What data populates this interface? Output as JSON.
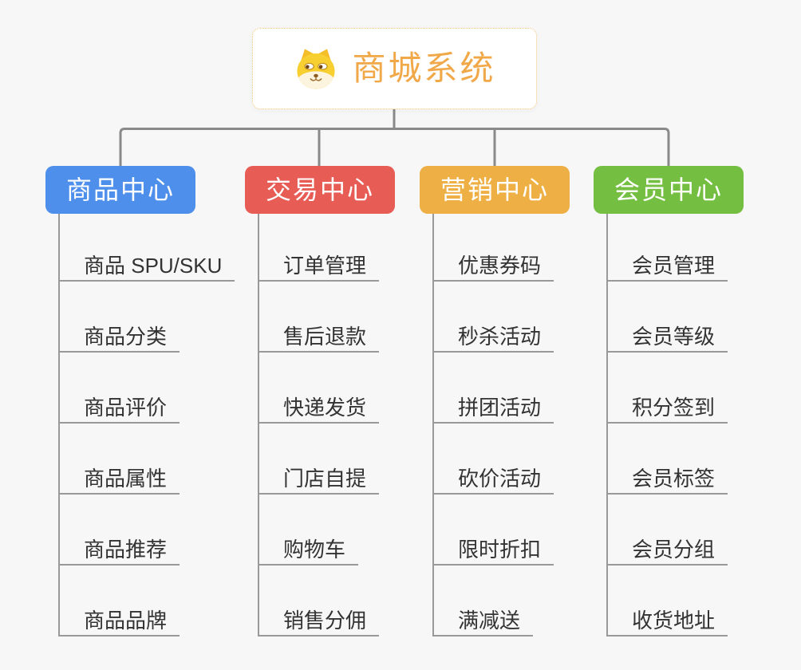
{
  "page": {
    "background": "#F7F7F7",
    "connector_color": "#8A8A8A",
    "underline_color": "#999999",
    "item_text_color": "#333333"
  },
  "root": {
    "title": "商城系统",
    "icon": "dog-face-icon",
    "text_color": "#F0A848",
    "border_color": "#F2C878"
  },
  "branches": [
    {
      "label": "商品中心",
      "color": "#4D8FEB",
      "children": [
        "商品 SPU/SKU",
        "商品分类",
        "商品评价",
        "商品属性",
        "商品推荐",
        "商品品牌"
      ]
    },
    {
      "label": "交易中心",
      "color": "#E85C56",
      "children": [
        "订单管理",
        "售后退款",
        "快递发货",
        "门店自提",
        "购物车",
        "销售分佣"
      ]
    },
    {
      "label": "营销中心",
      "color": "#EEB044",
      "children": [
        "优惠券码",
        "秒杀活动",
        "拼团活动",
        "砍价活动",
        "限时折扣",
        "满减送"
      ]
    },
    {
      "label": "会员中心",
      "color": "#74BF42",
      "children": [
        "会员管理",
        "会员等级",
        "积分签到",
        "会员标签",
        "会员分组",
        "收货地址"
      ]
    }
  ]
}
